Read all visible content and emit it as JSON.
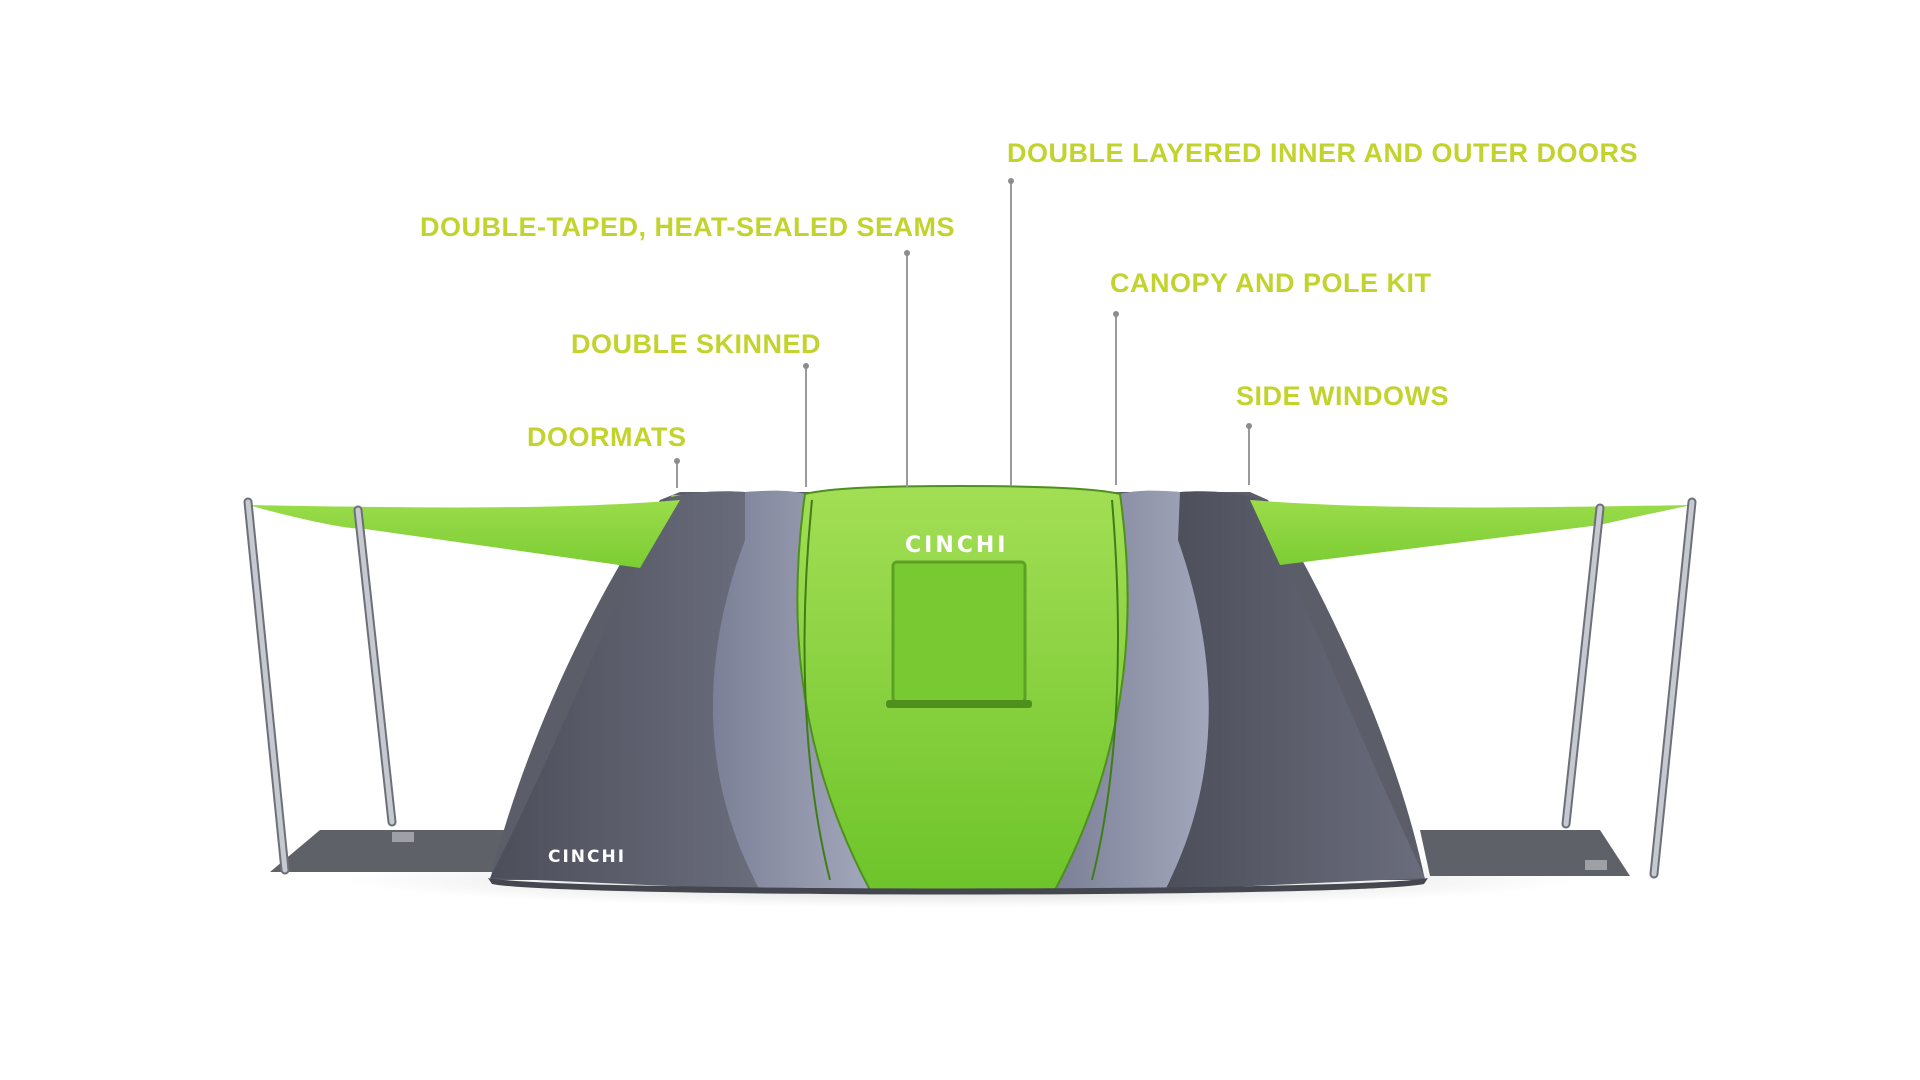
{
  "brand": {
    "logo_text": "CINCHI"
  },
  "colors": {
    "label_green": "#c3d32e",
    "tent_green": "#8fd23a",
    "tent_grey_dark": "#5a5c68",
    "tent_grey_light": "#8e93a8",
    "pole": "#b9bcc2",
    "mat": "#606268"
  },
  "callouts": [
    {
      "id": "seams",
      "text": "DOUBLE-TAPED, HEAT-SEALED SEAMS"
    },
    {
      "id": "doors",
      "text": "DOUBLE LAYERED INNER AND OUTER DOORS"
    },
    {
      "id": "canopy",
      "text": "CANOPY AND POLE KIT"
    },
    {
      "id": "skinned",
      "text": "DOUBLE SKINNED"
    },
    {
      "id": "windows",
      "text": "SIDE WINDOWS"
    },
    {
      "id": "doormats",
      "text": "DOORMATS"
    }
  ]
}
